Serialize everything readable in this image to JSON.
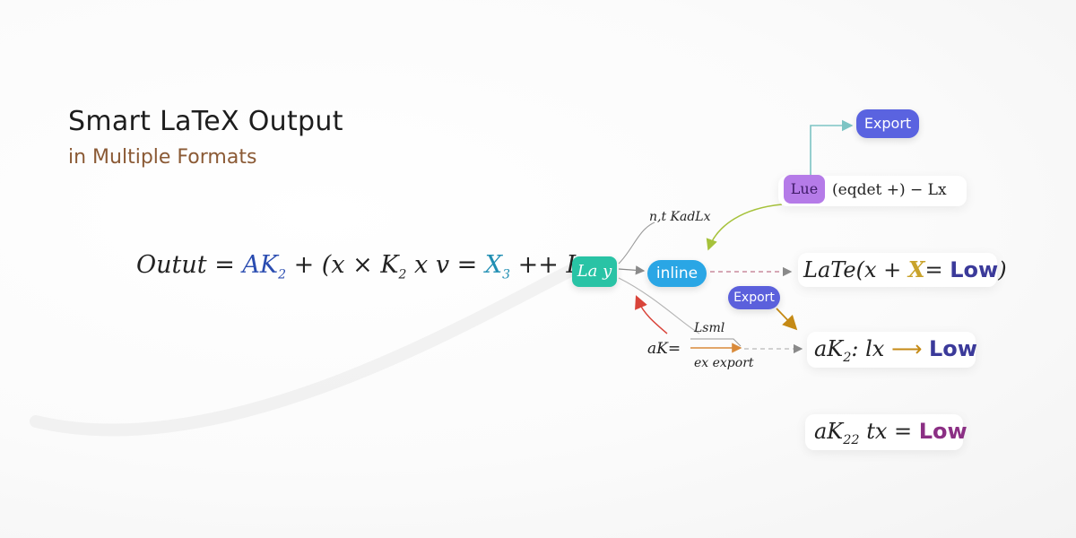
{
  "heading": {
    "title": "Smart LaTeX Output",
    "subtitle": "in Multiple Formats"
  },
  "main_equation": {
    "lhs": "Outut = ",
    "ak": "AK",
    "ak_sub": "2",
    "mid": " + (x  × K",
    "k_sub": "2",
    "mid2": " x v = ",
    "x": "X",
    "x_sub": "3",
    "tail": " ++ I →"
  },
  "nodes": {
    "latex_node": "La y",
    "inline": "inline",
    "export_top": "Export",
    "export_mid": "Export",
    "lue_badge": "Lue"
  },
  "annotations": {
    "top_note": "n,t KadLx",
    "lsml": "Lsml",
    "ak_eq": "aK=",
    "ex_export": "ex export"
  },
  "outputs": {
    "top": "(eqdet +) − Lx",
    "latex_prefix": "LaTe(x + ",
    "latex_x": "X",
    "latex_eq": "= ",
    "latex_low": "Low",
    "latex_close": ")",
    "ak_prefix": "aK",
    "ak_sub": "2",
    "ak_mid": ": lx ",
    "ak_arrow": "⟶",
    "ak_low": "Low",
    "ak2_prefix": "aK",
    "ak2_sub": "22",
    "ak2_mid": " tx = ",
    "ak2_low": "Low"
  },
  "colors": {
    "export": "#5a63e0",
    "latex_node": "#29c3a5",
    "inline": "#2aa6e5",
    "lue_badge": "#b57be8",
    "subtitle": "#8b5a35"
  }
}
